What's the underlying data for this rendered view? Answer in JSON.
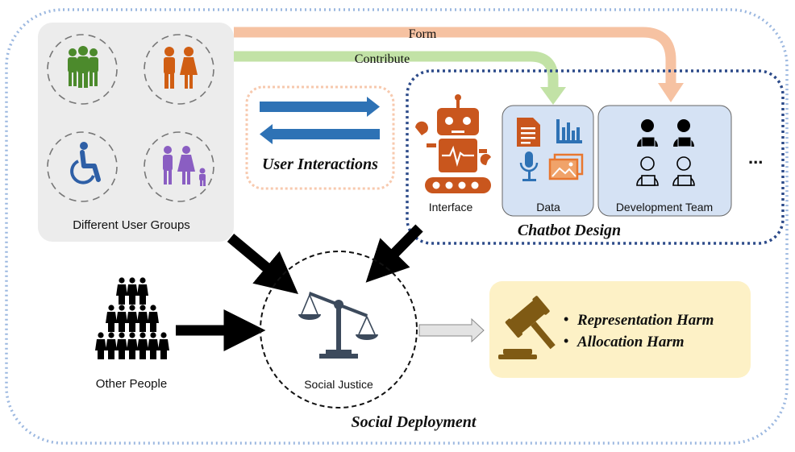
{
  "labels": {
    "form": "Form",
    "contribute": "Contribute",
    "user_interactions": "User Interactions",
    "different_user_groups": "Different User Groups",
    "interface": "Interface",
    "data": "Data",
    "development_team": "Development Team",
    "ellipsis": "...",
    "chatbot_design": "Chatbot Design",
    "other_people": "Other People",
    "social_justice": "Social Justice",
    "social_deployment": "Social Deployment"
  },
  "harms": [
    "Representation Harm",
    "Allocation Harm"
  ],
  "colors": {
    "outer_border": "#9cb8e0",
    "form_arrow": "#f6c2a2",
    "contribute_arrow": "#c2e2a6",
    "interaction_arrow": "#2e72b5",
    "chatbot_border": "#2d4b8a",
    "robot": "#c9561d",
    "data_panel": "#d5e2f4",
    "harm_panel": "#fdf1c6",
    "gavel": "#7f5a14",
    "group_green": "#4c8a2c",
    "group_orange": "#d05e13",
    "group_blue": "#2e5fa6",
    "group_purple": "#8a5ec2"
  },
  "icons": [
    "people-group-icon",
    "couple-icon",
    "wheelchair-icon",
    "family-icon",
    "robot-icon",
    "document-icon",
    "bar-chart-icon",
    "microphone-icon",
    "image-icon",
    "developer-icon",
    "crowd-icon",
    "scales-icon",
    "gavel-icon"
  ]
}
